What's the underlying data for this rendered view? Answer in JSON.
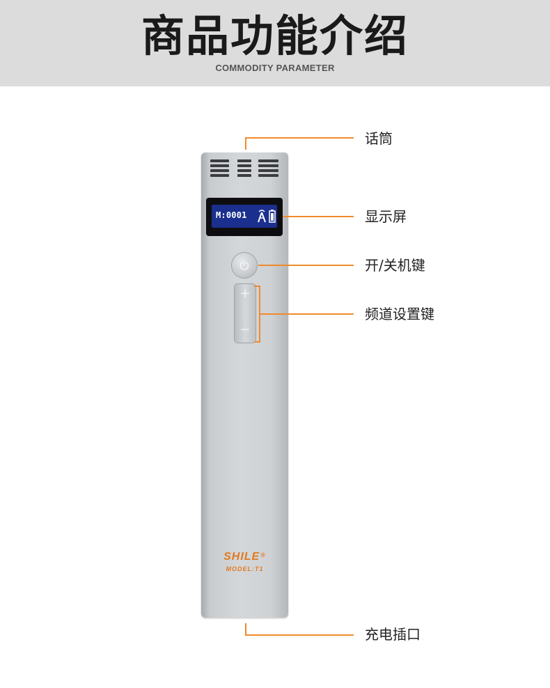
{
  "header": {
    "title": "商品功能介绍",
    "subtitle": "COMMODITY PARAMETER"
  },
  "device": {
    "screen_text": "M:0001",
    "brand": "SHILE",
    "brand_mark": "®",
    "model": "MODEL:T1",
    "color": "#c9cccf"
  },
  "callouts": {
    "microphone": "话筒",
    "display": "显示屏",
    "power": "开/关机键",
    "channel": "频道设置键",
    "charging": "充电插口"
  },
  "colors": {
    "accent": "#f08a2a",
    "screen_blue": "#1b2f8f",
    "header_bg": "#dcdcdc"
  }
}
